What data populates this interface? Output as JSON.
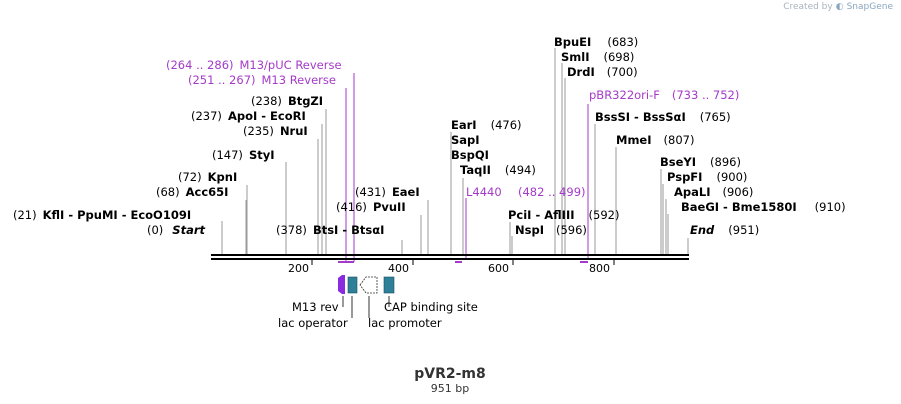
{
  "credit": {
    "prefix": "Created by",
    "brand": "SnapGene"
  },
  "title": "pVR2-m8",
  "subtitle": "951 bp",
  "ticks": [
    "200",
    "400",
    "600",
    "800"
  ],
  "enzymes": {
    "kfli": {
      "pos": "(21)",
      "name": "KflI",
      "dash": " - ",
      "name2": "PpuMI",
      "dash2": " - ",
      "name3": "EcoO109I"
    },
    "start": {
      "pos": "(0)",
      "name": "Start"
    },
    "acc65": {
      "pos": "(68)",
      "name": "Acc65I"
    },
    "kpn": {
      "pos": "(72)",
      "name": "KpnI"
    },
    "sty": {
      "pos": "(147)",
      "name": "StyI"
    },
    "nru": {
      "pos": "(235)",
      "name": "NruI"
    },
    "apoi": {
      "pos": "(237)",
      "name": "ApoI",
      "dash": " - ",
      "name2": "EcoRI"
    },
    "btgz": {
      "pos": "(238)",
      "name": "BtgZI"
    },
    "btsi": {
      "pos": "(378)",
      "name": "BtsI",
      "dash": " - ",
      "name2": "BtsαI"
    },
    "pvuii": {
      "pos": "(416)",
      "name": "PvuII"
    },
    "eaei": {
      "pos": "(431)",
      "name": "EaeI"
    },
    "taqii": {
      "name": "TaqII",
      "pos": "(494)"
    },
    "bspqi": {
      "name": "BspQI"
    },
    "sapi": {
      "name": "SapI"
    },
    "eari": {
      "name": "EarI",
      "pos": "(476)"
    },
    "pcii": {
      "name": "PciI",
      "dash": " - ",
      "name2": "AflIII",
      "pos": "(592)"
    },
    "nspi": {
      "name": "NspI",
      "pos": "(596)"
    },
    "bpuei": {
      "name": "BpuEI",
      "pos": "(683)"
    },
    "smli": {
      "name": "SmlI",
      "pos": "(698)"
    },
    "drdi": {
      "name": "DrdI",
      "pos": "(700)"
    },
    "bsssi": {
      "name": "BssSI",
      "dash": " - ",
      "name2": "BssSαI",
      "pos": "(765)"
    },
    "mmei": {
      "name": "MmeI",
      "pos": "(807)"
    },
    "bseyi": {
      "name": "BseYI",
      "pos": "(896)"
    },
    "pspfi": {
      "name": "PspFI",
      "pos": "(900)"
    },
    "apali": {
      "name": "ApaLI",
      "pos": "(906)"
    },
    "baegi": {
      "name": "BaeGI",
      "dash": " - ",
      "name2": "Bme1580I",
      "pos": "(910)"
    },
    "end": {
      "name": "End",
      "pos": "(951)"
    }
  },
  "primers": {
    "m13puc": {
      "pos": "(264 .. 286)",
      "name": "M13/pUC Reverse"
    },
    "m13rev": {
      "pos": "(251 .. 267)",
      "name": "M13 Reverse"
    },
    "l4440": {
      "name": "L4440",
      "pos": "(482 .. 499)"
    },
    "pbr": {
      "name": "pBR322ori-F",
      "pos": "(733 .. 752)"
    }
  },
  "features": {
    "m13rev": "M13 rev",
    "lacop": "lac operator",
    "lacprom": "lac promoter",
    "cap": "CAP binding site"
  },
  "colors": {
    "primer": "#a43ac8",
    "feature_teal": "#2e7f98",
    "feature_purple": "#8a2be2",
    "backbone": "#000000"
  }
}
